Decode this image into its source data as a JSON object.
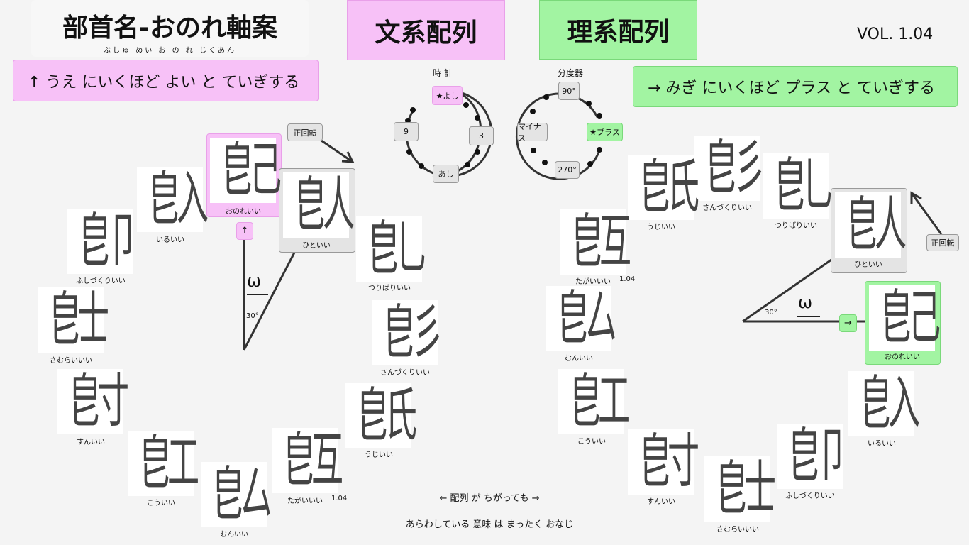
{
  "title": {
    "text": "部首名-おのれ軸案",
    "ruby": "ぶしゅ めい  お の れ じくあん"
  },
  "headers": {
    "bunkei": "文系配列",
    "rikei": "理系配列",
    "version": "VOL. 1.04"
  },
  "banners": {
    "left": "↑  うえ  にいくほど  よい  と  ていぎする",
    "right": "→  みぎ  にいくほど  プラス  と  ていぎする"
  },
  "clock": {
    "caption": "時 計",
    "top": "★よし",
    "right": "3",
    "bottom": "あし",
    "left": "9"
  },
  "protractor": {
    "caption": "分度器",
    "top": "90°",
    "right": "★プラス",
    "bottom": "270°",
    "left": "マイナス"
  },
  "rotate_label": "正回転",
  "omega": "ω",
  "angle": "30°",
  "up_arrow": "↑",
  "right_arrow": "→",
  "version_tag": "1.04",
  "cards": [
    {
      "l": "皀",
      "r": "己",
      "label": "おのれいい"
    },
    {
      "l": "皀",
      "r": "入",
      "label": "いるいい"
    },
    {
      "l": "皀",
      "r": "人",
      "label": "ひといい"
    },
    {
      "l": "皀",
      "r": "卩",
      "label": "ふしづくりいい"
    },
    {
      "l": "皀",
      "r": "乚",
      "label": "つりばりいい"
    },
    {
      "l": "皀",
      "r": "士",
      "label": "さむらいいい"
    },
    {
      "l": "皀",
      "r": "彡",
      "label": "さんづくりいい"
    },
    {
      "l": "皀",
      "r": "寸",
      "label": "すんいい"
    },
    {
      "l": "皀",
      "r": "氏",
      "label": "うじいい"
    },
    {
      "l": "皀",
      "r": "工",
      "label": "こういい"
    },
    {
      "l": "皀",
      "r": "互",
      "label": "たがいいい"
    },
    {
      "l": "皀",
      "r": "厶",
      "label": "むんいい"
    }
  ],
  "bottom": {
    "line1": "←  配列  が  ちがっても  →",
    "line2": "あらわしている  意味  は  まったく  おなじ"
  },
  "colors": {
    "pink": "#f7c1f7",
    "green": "#a2f4a2",
    "line": "#333333"
  }
}
